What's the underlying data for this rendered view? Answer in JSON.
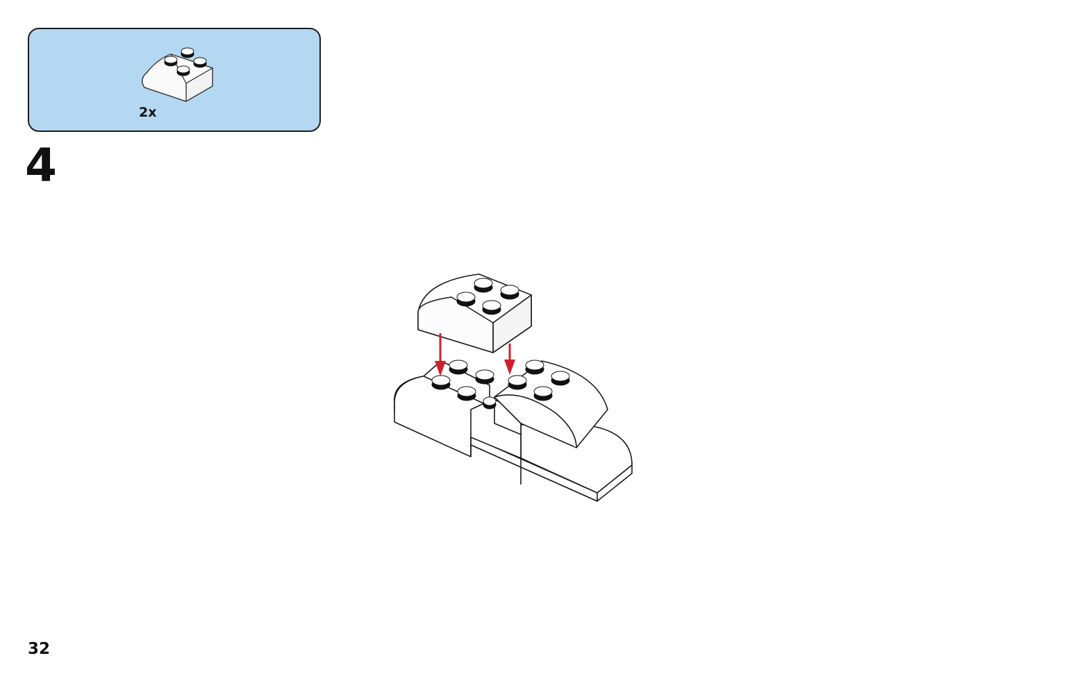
{
  "parts_list": {
    "items": [
      {
        "quantity": "2x",
        "icon": "curved-slope-brick-2x2-white-icon"
      }
    ]
  },
  "step": {
    "number": "4",
    "icon": "build-step-illustration"
  },
  "page": {
    "number": "32"
  },
  "colors": {
    "parts_box_bg": "#b4d7f2",
    "brick": "#ffffff",
    "stud_side": "#111111",
    "arrow": "#d0202e"
  }
}
